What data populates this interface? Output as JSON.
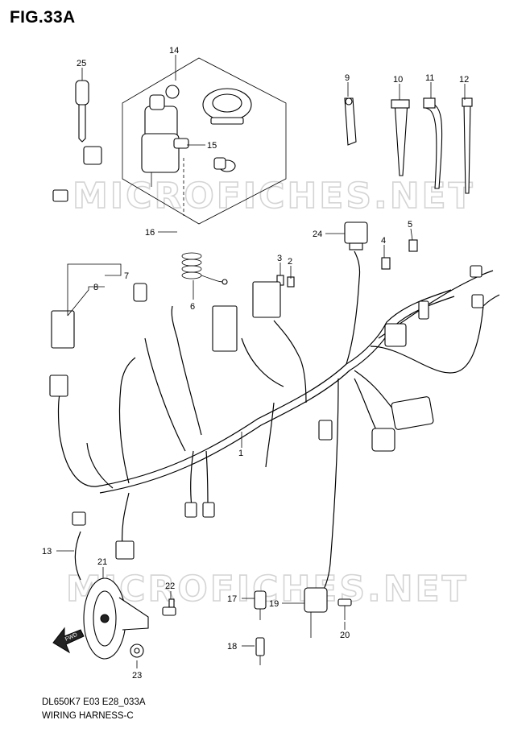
{
  "figure": {
    "title": "FIG.33A",
    "model_code": "DL650K7 E03 E28_033A",
    "caption": "WIRING HARNESS-C",
    "watermark": "MICROFICHES.NET",
    "fwd_label": "FWD"
  },
  "callouts": [
    {
      "num": "1"
    },
    {
      "num": "2"
    },
    {
      "num": "3"
    },
    {
      "num": "4"
    },
    {
      "num": "5"
    },
    {
      "num": "6"
    },
    {
      "num": "7"
    },
    {
      "num": "8"
    },
    {
      "num": "9"
    },
    {
      "num": "10"
    },
    {
      "num": "11"
    },
    {
      "num": "12"
    },
    {
      "num": "13"
    },
    {
      "num": "14"
    },
    {
      "num": "15"
    },
    {
      "num": "16"
    },
    {
      "num": "17"
    },
    {
      "num": "18"
    },
    {
      "num": "19"
    },
    {
      "num": "20"
    },
    {
      "num": "21"
    },
    {
      "num": "22"
    },
    {
      "num": "23"
    },
    {
      "num": "24"
    },
    {
      "num": "25"
    }
  ]
}
